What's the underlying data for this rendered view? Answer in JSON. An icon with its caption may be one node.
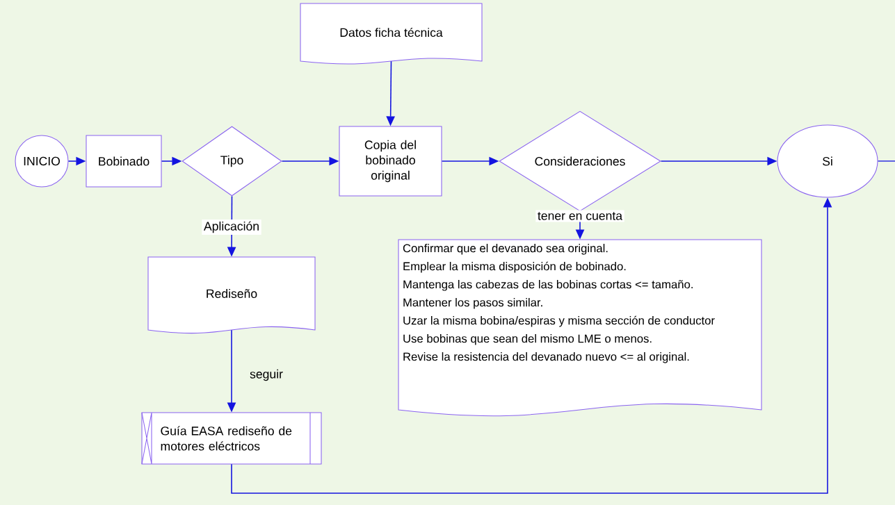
{
  "diagram": {
    "nodes": [
      {
        "text": [
          "INICIO"
        ]
      },
      {
        "text": [
          "Bobinado"
        ]
      },
      {
        "text": [
          "Tipo"
        ]
      },
      {
        "text": [
          "Datos ficha técnica"
        ]
      },
      {
        "text": [
          "Copia del bobinado original"
        ]
      },
      {
        "text": [
          "Consideraciones"
        ]
      },
      {
        "text": [
          "Si"
        ]
      },
      {
        "text": [
          "Rediseño"
        ]
      },
      {
        "text": [
          "Guía EASA rediseño de motores eléctricos"
        ]
      },
      {
        "text": [
          "Confirmar que el devanado sea original.",
          "Emplear la misma disposición de bobinado.",
          "Mantenga las cabezas de las bobinas cortas <= tamaño.",
          "Mantener los pasos similar.",
          "Uzar la misma bobina/espiras y misma sección de conductor",
          "Use bobinas que sean del mismo LME o menos.",
          "Revise la resistencia del devanado nuevo <= al original."
        ]
      }
    ],
    "edges": [
      {
        "from": 0,
        "to": 1,
        "arrow": "to"
      },
      {
        "from": 1,
        "to": 2,
        "arrow": "to"
      },
      {
        "from": 2,
        "to": 4,
        "arrow": "to"
      },
      {
        "from": 3,
        "to": 4,
        "arrow": "to"
      },
      {
        "from": 4,
        "to": 5,
        "arrow": "to"
      },
      {
        "from": 5,
        "to": 6,
        "arrow": "to"
      },
      {
        "from": 6,
        "to": null,
        "arrow": "none"
      },
      {
        "from": 2,
        "to": 7,
        "arrow": "to",
        "label": "Aplicación"
      },
      {
        "from": 5,
        "to": 9,
        "arrow": "to",
        "label": "tener en cuenta"
      },
      {
        "from": 7,
        "to": 8,
        "arrow": "to",
        "label": "seguir"
      },
      {
        "from": 8,
        "to": 6,
        "arrow": "to"
      }
    ]
  }
}
